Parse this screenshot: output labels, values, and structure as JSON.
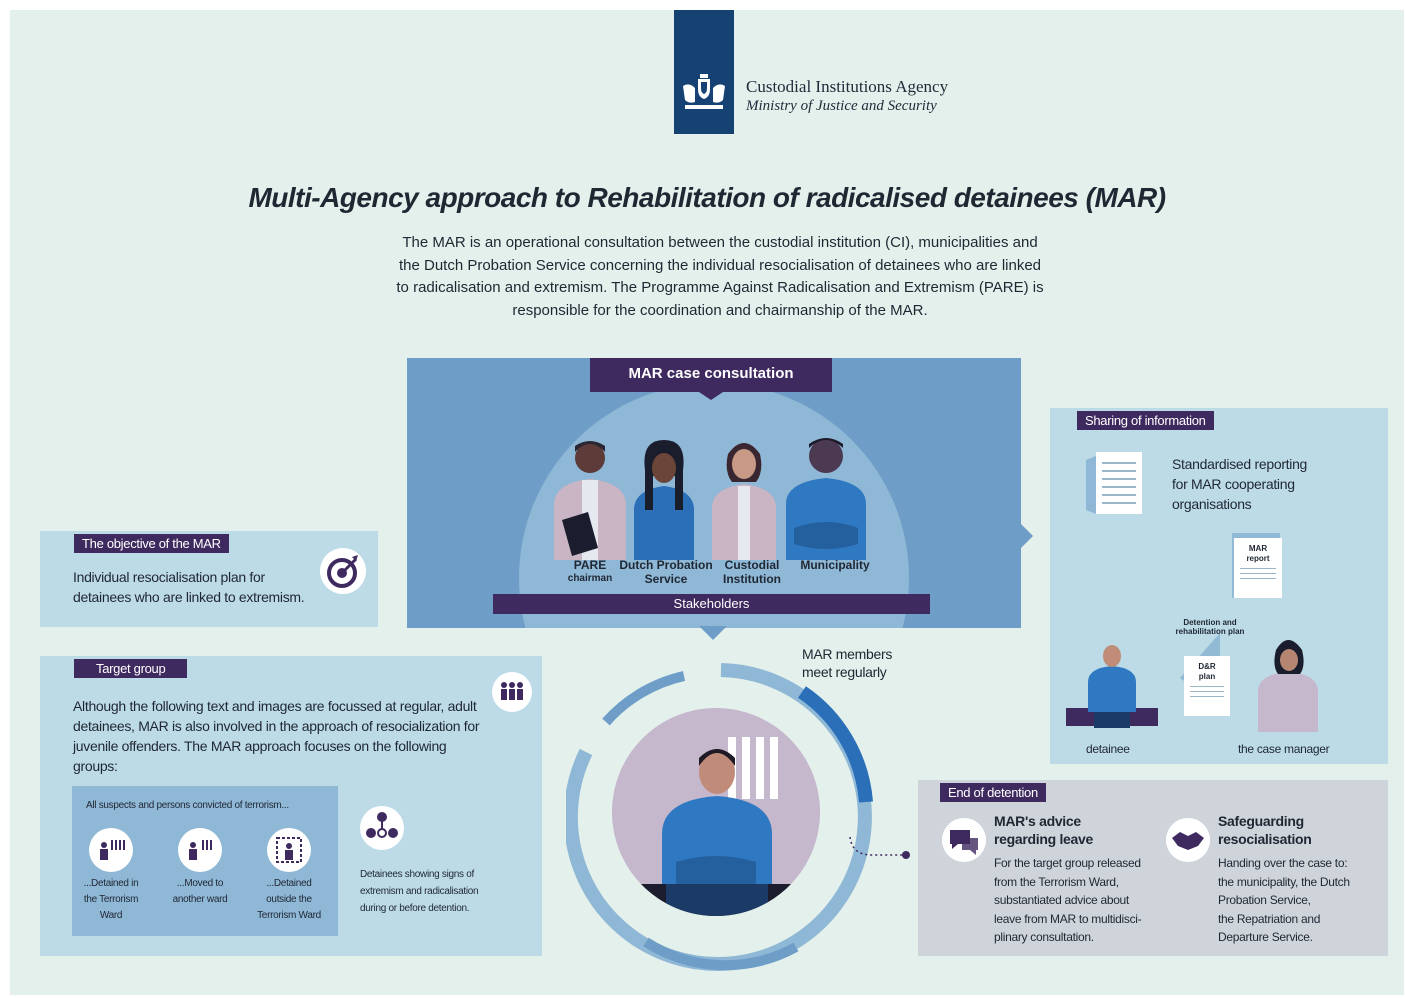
{
  "header": {
    "agency": "Custodial Institutions Agency",
    "ministry": "Ministry of Justice and Security"
  },
  "title": "Multi-Agency approach to Rehabilitation of radicalised detainees (MAR)",
  "intro": {
    "lines": [
      "The MAR is an operational consultation between the custodial institution (CI), municipalities and",
      "the Dutch Probation Service concerning the individual resocialisation of detainees who are linked",
      "to radicalisation and extremism. The Programme Against Radicalisation and Extremism (PARE) is",
      "responsible for the coordination and chairmanship of the MAR."
    ]
  },
  "consultation": {
    "heading": "MAR case consultation",
    "footer": "Stakeholders",
    "people": [
      {
        "line1": "PARE",
        "line2": "chairman"
      },
      {
        "line1": "Dutch Probation",
        "line2": "Service"
      },
      {
        "line1": "Custodial",
        "line2": "Institution"
      },
      {
        "line1": "Municipality",
        "line2": ""
      }
    ]
  },
  "objective": {
    "tag": "The objective of the MAR",
    "lines": [
      "Individual resocialisation plan for",
      "detainees who are linked to extremism."
    ],
    "icon": "target-icon"
  },
  "target_group": {
    "tag": "Target group",
    "lines": [
      "Although the following text and images are focussed at regular, adult",
      "detainees, MAR is also involved in the approach of resocialization for",
      "juvenile offenders. The MAR approach focuses on the following",
      "groups:"
    ],
    "icon": "group-icon",
    "sub_title": "All suspects and persons convicted of terrorism...",
    "items": [
      {
        "lines": [
          "...Detained in",
          "the Terrorism",
          "Ward"
        ]
      },
      {
        "lines": [
          "...Moved to",
          "another ward"
        ]
      },
      {
        "lines": [
          "...Detained",
          "outside the",
          "Terrorism Ward"
        ]
      }
    ],
    "signs": [
      "Detainees showing signs of",
      "extremism and radicalisation",
      "during or before detention."
    ]
  },
  "meeting": {
    "lines": [
      "MAR members",
      "meet regularly"
    ]
  },
  "sharing": {
    "tag": "Sharing of information",
    "lines": [
      "Standardised reporting",
      "for MAR cooperating",
      "organisations"
    ],
    "report_lines": [
      "MAR",
      "report"
    ],
    "plan_title": [
      "Detention and",
      "rehabilitation plan"
    ],
    "plan_doc": [
      "D&R",
      "plan"
    ],
    "detainee": "detainee",
    "case_manager": "the case manager"
  },
  "end": {
    "tag": "End of detention",
    "leave": {
      "title": [
        "MAR's advice",
        "regarding leave"
      ],
      "lines": [
        "For the target group released",
        "from the Terrorism Ward,",
        "substantiated advice about",
        "leave from MAR to multidisci-",
        "plinary consultation."
      ],
      "icon": "speech-bubbles-icon"
    },
    "safeguard": {
      "title": [
        "Safeguarding",
        "resocialisation"
      ],
      "lines": [
        "Handing over the case to:",
        "the municipality, the Dutch",
        "Probation Service,",
        "the Repatriation and",
        "Departure Service."
      ],
      "icon": "handshake-icon"
    }
  },
  "colors": {
    "purple": "#3f2a5f",
    "navy": "#154273",
    "panel_blue": "#6e9ec7",
    "light_panel": "#bcdbe7",
    "background": "#e3f0eb"
  }
}
